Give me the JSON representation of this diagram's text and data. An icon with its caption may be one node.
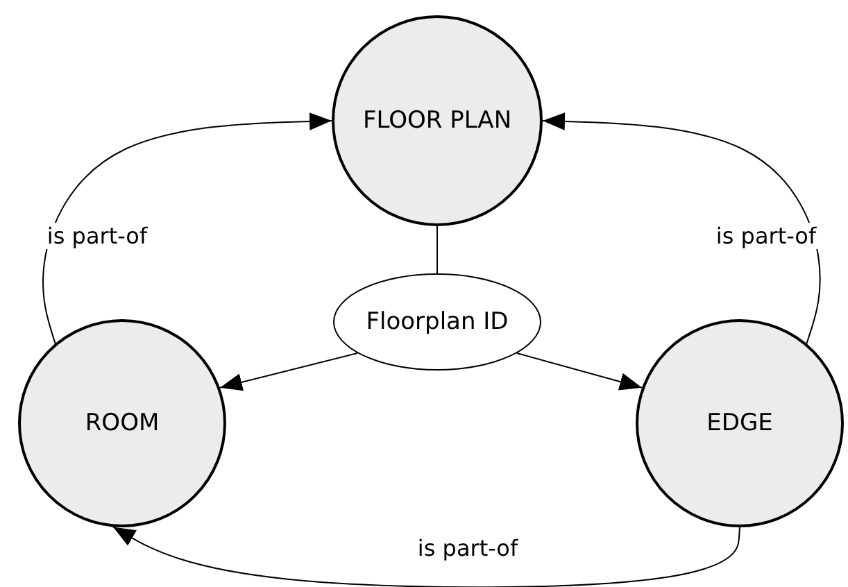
{
  "diagram": {
    "nodes": [
      {
        "text": [
          "FLOOR PLAN"
        ]
      },
      {
        "text": [
          "Floorplan ID"
        ]
      },
      {
        "text": [
          "ROOM"
        ]
      },
      {
        "text": [
          "EDGE"
        ]
      }
    ],
    "edges": [
      {
        "from": 2,
        "to": 0,
        "arrow": "to",
        "label": "is part-of"
      },
      {
        "from": 3,
        "to": 0,
        "arrow": "to",
        "label": "is part-of"
      },
      {
        "from": 1,
        "to": 0,
        "arrow": "none"
      },
      {
        "from": 1,
        "to": 2,
        "arrow": "to"
      },
      {
        "from": 1,
        "to": 3,
        "arrow": "to"
      },
      {
        "from": 3,
        "to": 2,
        "arrow": "to",
        "label": "is part-of"
      }
    ]
  }
}
